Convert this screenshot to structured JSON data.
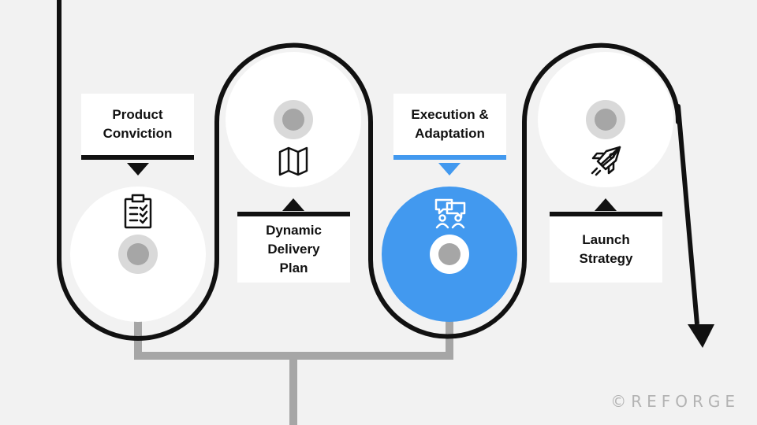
{
  "colors": {
    "background": "#f2f2f2",
    "track": "#111111",
    "connector": "#a6a6a6",
    "circle_fill": "#ffffff",
    "active_fill": "#4299ef",
    "dot": "#a6a6a6",
    "dot_ring": "#d9d9d9",
    "watermark": "#b3b3b3"
  },
  "stages": [
    {
      "label": "Product\nConviction",
      "icon": "clipboard-checklist-icon",
      "active": false
    },
    {
      "label": "Dynamic\nDelivery\nPlan",
      "icon": "map-icon",
      "active": false
    },
    {
      "label": "Execution &\nAdaptation",
      "icon": "team-chat-icon",
      "active": true
    },
    {
      "label": "Launch\nStrategy",
      "icon": "rocket-icon",
      "active": false
    }
  ],
  "watermark": "©REFORGE"
}
